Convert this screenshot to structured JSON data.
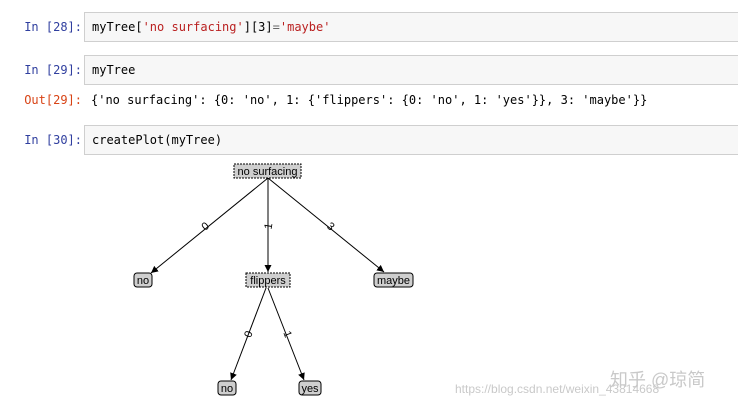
{
  "cells": [
    {
      "prompt": "In  [28]:",
      "code_parts": [
        "myTree[",
        "'no surfacing'",
        "][3]",
        "=",
        "'maybe'"
      ]
    },
    {
      "prompt": "In  [29]:",
      "code": "myTree"
    },
    {
      "out_prompt": "Out[29]:",
      "output": "{'no surfacing': {0: 'no', 1: {'flippers': {0: 'no', 1: 'yes'}}, 3: 'maybe'}}"
    },
    {
      "prompt": "In  [30]:",
      "code": "createPlot(myTree)"
    }
  ],
  "tree": {
    "root": "no surfacing",
    "children": [
      {
        "edge": "0",
        "label": "no"
      },
      {
        "edge": "1",
        "label": "flippers"
      },
      {
        "edge": "3",
        "label": "maybe"
      }
    ],
    "sub_children": [
      {
        "edge": "0",
        "label": "no"
      },
      {
        "edge": "1",
        "label": "yes"
      }
    ]
  },
  "watermark": {
    "url": "https://blog.csdn.net/weixin_43814668",
    "brand": "知乎 @琼简"
  }
}
